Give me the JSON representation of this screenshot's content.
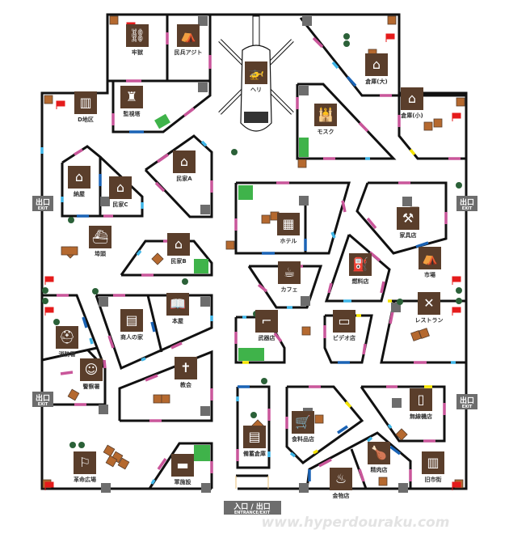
{
  "map": {
    "colors": {
      "wall": "#111111",
      "icon": "#5a3e2b",
      "crate": "#b5692f",
      "pillar": "#6d6d6d",
      "door_pink": "#c9569a",
      "door_blue": "#1a63b5",
      "door_cyan": "#3fb6e8",
      "door_yellow": "#f5e400",
      "flag": "#e51b1b",
      "tree": "#2b6138",
      "stairs": "#3fb34a"
    },
    "locations": [
      {
        "id": "jail",
        "label": "牢獄",
        "icon": "handcuffs-icon",
        "glyph": "⛓"
      },
      {
        "id": "militia-hideout",
        "label": "民兵アジト",
        "icon": "tent-icon",
        "glyph": "⛺"
      },
      {
        "id": "helicopter",
        "label": "ヘリ",
        "icon": "helicopter-icon",
        "glyph": "🚁"
      },
      {
        "id": "warehouse-large",
        "label": "倉庫(大)",
        "icon": "warehouse-icon",
        "glyph": "⌂"
      },
      {
        "id": "watchtower",
        "label": "監視塔",
        "icon": "lighthouse-icon",
        "glyph": "♜"
      },
      {
        "id": "district-d",
        "label": "D地区",
        "icon": "buildings-icon",
        "glyph": "▥"
      },
      {
        "id": "mosque",
        "label": "モスク",
        "icon": "mosque-icon",
        "glyph": "🕌"
      },
      {
        "id": "warehouse-small",
        "label": "倉庫(小)",
        "icon": "warehouse-icon",
        "glyph": "⌂"
      },
      {
        "id": "barn",
        "label": "納屋",
        "icon": "house-icon",
        "glyph": "⌂"
      },
      {
        "id": "house-c",
        "label": "民家C",
        "icon": "house-icon",
        "glyph": "⌂"
      },
      {
        "id": "house-a",
        "label": "民家A",
        "icon": "house-icon",
        "glyph": "⌂"
      },
      {
        "id": "hotel",
        "label": "ホテル",
        "icon": "hotel-icon",
        "glyph": "▦"
      },
      {
        "id": "furniture-store",
        "label": "家具店",
        "icon": "hammer-icon",
        "glyph": "⚒"
      },
      {
        "id": "pier",
        "label": "埠頭",
        "icon": "ship-icon",
        "glyph": "⛴"
      },
      {
        "id": "house-b",
        "label": "民家B",
        "icon": "house-icon",
        "glyph": "⌂"
      },
      {
        "id": "gas-station",
        "label": "燃料店",
        "icon": "fuel-icon",
        "glyph": "⛽"
      },
      {
        "id": "market",
        "label": "市場",
        "icon": "circus-tent-icon",
        "glyph": "⛺"
      },
      {
        "id": "cafe",
        "label": "カフェ",
        "icon": "cup-icon",
        "glyph": "☕"
      },
      {
        "id": "merchant-house",
        "label": "商人の家",
        "icon": "shop-icon",
        "glyph": "▤"
      },
      {
        "id": "bookstore",
        "label": "本屋",
        "icon": "book-icon",
        "glyph": "📖"
      },
      {
        "id": "restaurant",
        "label": "レストラン",
        "icon": "fork-knife-icon",
        "glyph": "✕"
      },
      {
        "id": "fire-station",
        "label": "消防署",
        "icon": "firefighter-icon",
        "glyph": "⛑"
      },
      {
        "id": "gun-shop",
        "label": "武器店",
        "icon": "pistol-icon",
        "glyph": "⌐"
      },
      {
        "id": "video-store",
        "label": "ビデオ店",
        "icon": "store-icon",
        "glyph": "▭"
      },
      {
        "id": "police",
        "label": "警察署",
        "icon": "police-icon",
        "glyph": "☺"
      },
      {
        "id": "church",
        "label": "教会",
        "icon": "church-icon",
        "glyph": "✝"
      },
      {
        "id": "radio-store",
        "label": "無線機店",
        "icon": "radio-icon",
        "glyph": "▯"
      },
      {
        "id": "grocery",
        "label": "食料品店",
        "icon": "cart-icon",
        "glyph": "🛒"
      },
      {
        "id": "storage",
        "label": "備蓄倉庫",
        "icon": "supplies-icon",
        "glyph": "▤"
      },
      {
        "id": "butcher",
        "label": "精肉店",
        "icon": "meat-icon",
        "glyph": "🍗"
      },
      {
        "id": "revolution-square",
        "label": "革命広場",
        "icon": "flag-icon",
        "glyph": "⚐"
      },
      {
        "id": "military-base",
        "label": "軍施設",
        "icon": "tank-icon",
        "glyph": "▬"
      },
      {
        "id": "hardware-store",
        "label": "金物店",
        "icon": "kettle-icon",
        "glyph": "♨"
      },
      {
        "id": "old-town",
        "label": "旧市街",
        "icon": "old-building-icon",
        "glyph": "▥"
      }
    ],
    "exits": {
      "side_label": "出口",
      "side_sub": "EXIT",
      "main_label": "入口 / 出口",
      "main_sub": "ENTRANCE/EXIT"
    },
    "watermark": "www.hyperdouraku.com"
  }
}
